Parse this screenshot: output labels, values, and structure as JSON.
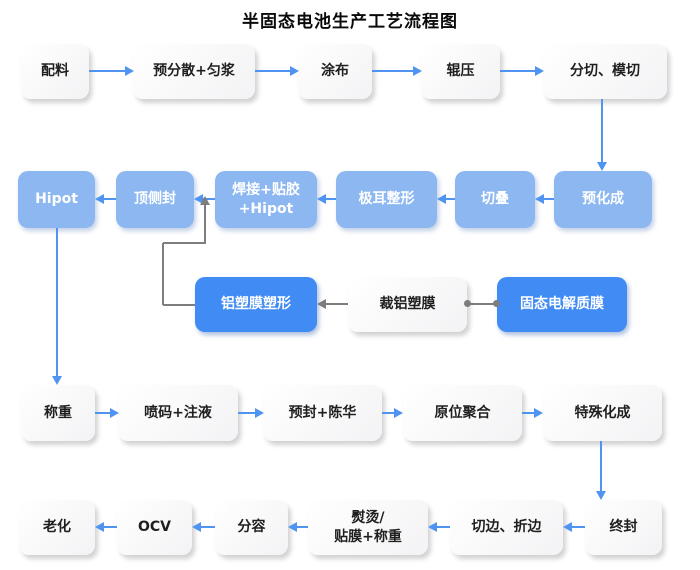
{
  "title": "半固态电池生产工艺流程图",
  "colors": {
    "flow_arrow_blue": "#4f94f1",
    "branch_arrow_gray": "#7d7d7d",
    "node_light_blue": "#8cb7f1",
    "node_strong_blue": "#418bf4",
    "node_white": "#fafafa",
    "text_dark": "#1f1f1f",
    "text_white": "#ffffff"
  },
  "nodes": [
    {
      "label": "配料"
    },
    {
      "label": "预分散+匀浆"
    },
    {
      "label": "涂布"
    },
    {
      "label": "辊压"
    },
    {
      "label": "分切、模切"
    },
    {
      "label": "预化成"
    },
    {
      "label": "切叠"
    },
    {
      "label": "极耳整形"
    },
    {
      "label": "焊接+贴胶\n+Hipot"
    },
    {
      "label": "顶侧封"
    },
    {
      "label": "Hipot"
    },
    {
      "label": "铝塑膜塑形"
    },
    {
      "label": "裁铝塑膜"
    },
    {
      "label": "固态电解质膜"
    },
    {
      "label": "称重"
    },
    {
      "label": "喷码+注液"
    },
    {
      "label": "预封+陈华"
    },
    {
      "label": "原位聚合"
    },
    {
      "label": "特殊化成"
    },
    {
      "label": "终封"
    },
    {
      "label": "切边、折边"
    },
    {
      "label": "熨烫/\n贴膜+称重"
    },
    {
      "label": "分容"
    },
    {
      "label": "OCV"
    },
    {
      "label": "老化"
    }
  ],
  "edges": [
    {
      "from": "配料",
      "to": "预分散+匀浆",
      "style": "blue-arrow"
    },
    {
      "from": "预分散+匀浆",
      "to": "涂布",
      "style": "blue-arrow"
    },
    {
      "from": "涂布",
      "to": "辊压",
      "style": "blue-arrow"
    },
    {
      "from": "辊压",
      "to": "分切、模切",
      "style": "blue-arrow"
    },
    {
      "from": "分切、模切",
      "to": "预化成",
      "style": "blue-arrow"
    },
    {
      "from": "预化成",
      "to": "切叠",
      "style": "blue-arrow"
    },
    {
      "from": "切叠",
      "to": "极耳整形",
      "style": "blue-arrow"
    },
    {
      "from": "极耳整形",
      "to": "焊接+贴胶+Hipot",
      "style": "blue-arrow"
    },
    {
      "from": "焊接+贴胶+Hipot",
      "to": "顶侧封",
      "style": "blue-arrow"
    },
    {
      "from": "顶侧封",
      "to": "Hipot",
      "style": "blue-arrow"
    },
    {
      "from": "Hipot",
      "to": "称重",
      "style": "blue-arrow"
    },
    {
      "from": "固态电解质膜",
      "to": "裁铝塑膜",
      "style": "gray-line-dots"
    },
    {
      "from": "裁铝塑膜",
      "to": "铝塑膜塑形",
      "style": "gray-arrow"
    },
    {
      "from": "铝塑膜塑形",
      "to": "焊接+贴胶+Hipot",
      "style": "gray-elbow-arrow"
    },
    {
      "from": "称重",
      "to": "喷码+注液",
      "style": "blue-arrow"
    },
    {
      "from": "喷码+注液",
      "to": "预封+陈华",
      "style": "blue-arrow"
    },
    {
      "from": "预封+陈华",
      "to": "原位聚合",
      "style": "blue-arrow"
    },
    {
      "from": "原位聚合",
      "to": "特殊化成",
      "style": "blue-arrow"
    },
    {
      "from": "特殊化成",
      "to": "终封",
      "style": "blue-arrow"
    },
    {
      "from": "终封",
      "to": "切边、折边",
      "style": "blue-arrow"
    },
    {
      "from": "切边、折边",
      "to": "熨烫/贴膜+称重",
      "style": "blue-arrow"
    },
    {
      "from": "熨烫/贴膜+称重",
      "to": "分容",
      "style": "blue-arrow"
    },
    {
      "from": "分容",
      "to": "OCV",
      "style": "blue-arrow"
    },
    {
      "from": "OCV",
      "to": "老化",
      "style": "blue-arrow"
    }
  ]
}
